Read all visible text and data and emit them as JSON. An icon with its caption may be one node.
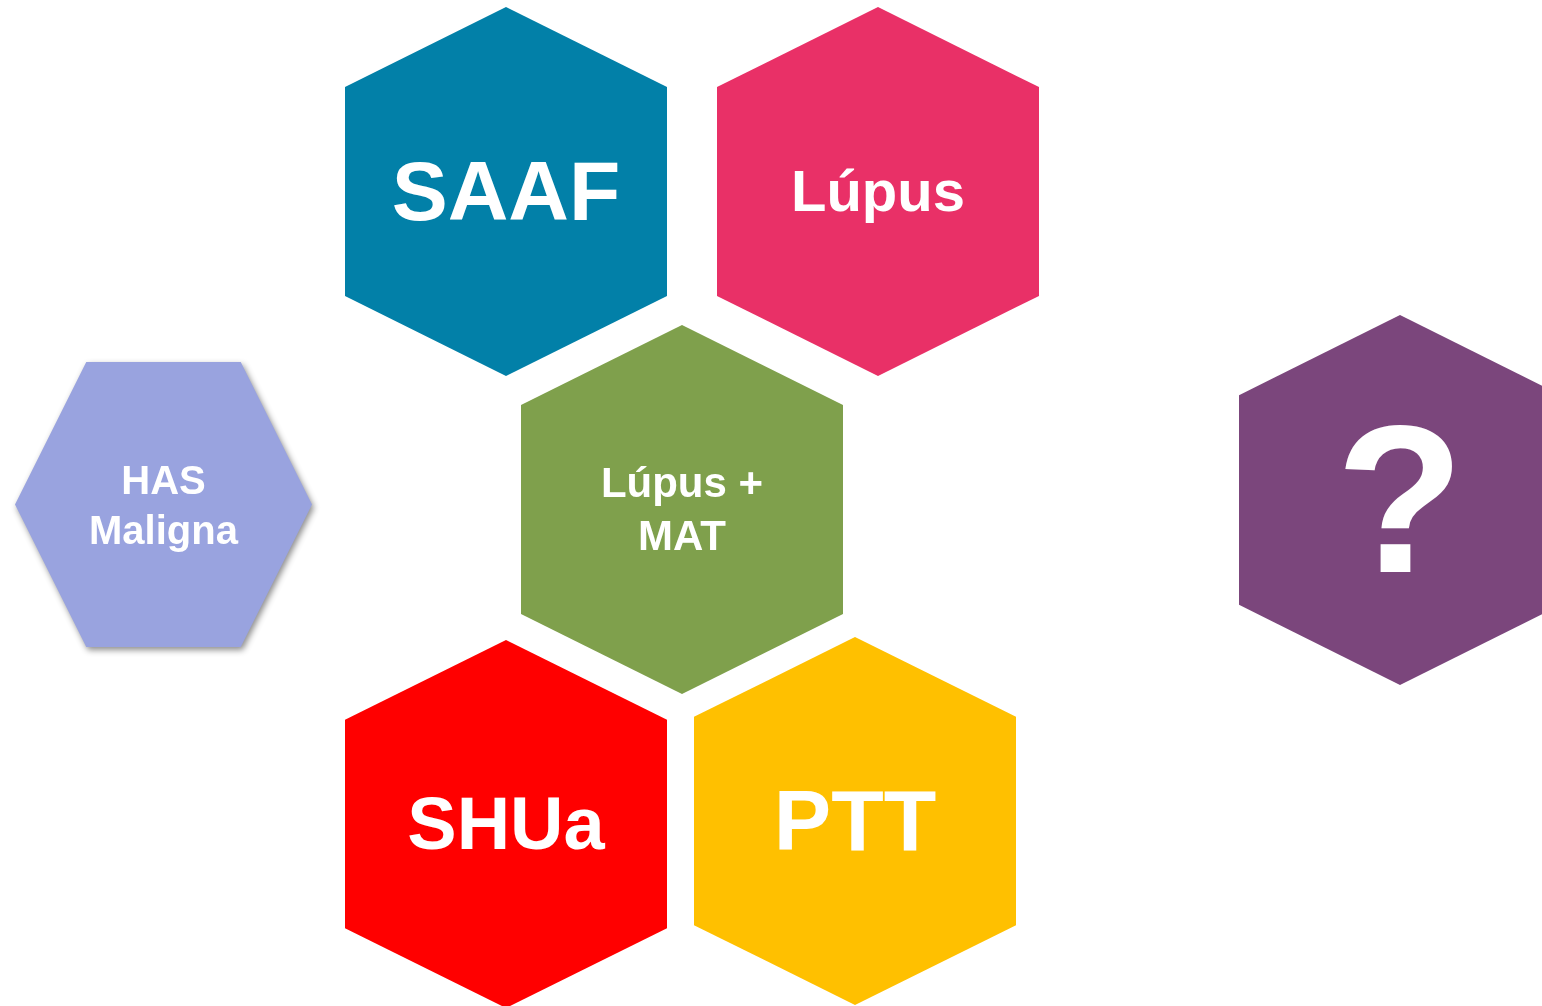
{
  "diagram": {
    "nodes": [
      {
        "text": [
          "SAAF"
        ]
      },
      {
        "text": [
          "Lúpus"
        ]
      },
      {
        "text": [
          "HAS Maligna"
        ]
      },
      {
        "text": [
          "Lúpus + MAT"
        ]
      },
      {
        "text": [
          "?"
        ]
      },
      {
        "text": [
          "SHUa"
        ]
      },
      {
        "text": [
          "PTT"
        ]
      }
    ]
  }
}
